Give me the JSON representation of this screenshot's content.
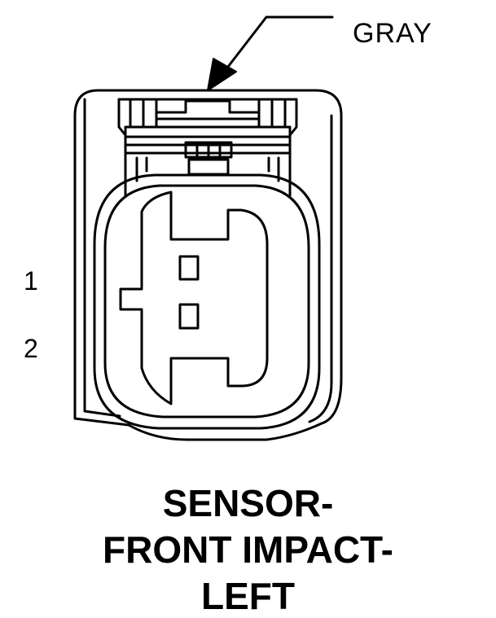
{
  "connector": {
    "wire_color_label": "GRAY",
    "pins": [
      {
        "number": "1"
      },
      {
        "number": "2"
      }
    ]
  },
  "title": {
    "line1": "SENSOR-",
    "line2": "FRONT IMPACT-",
    "line3": "LEFT"
  },
  "colors": {
    "stroke": "#000000",
    "background": "#ffffff"
  }
}
